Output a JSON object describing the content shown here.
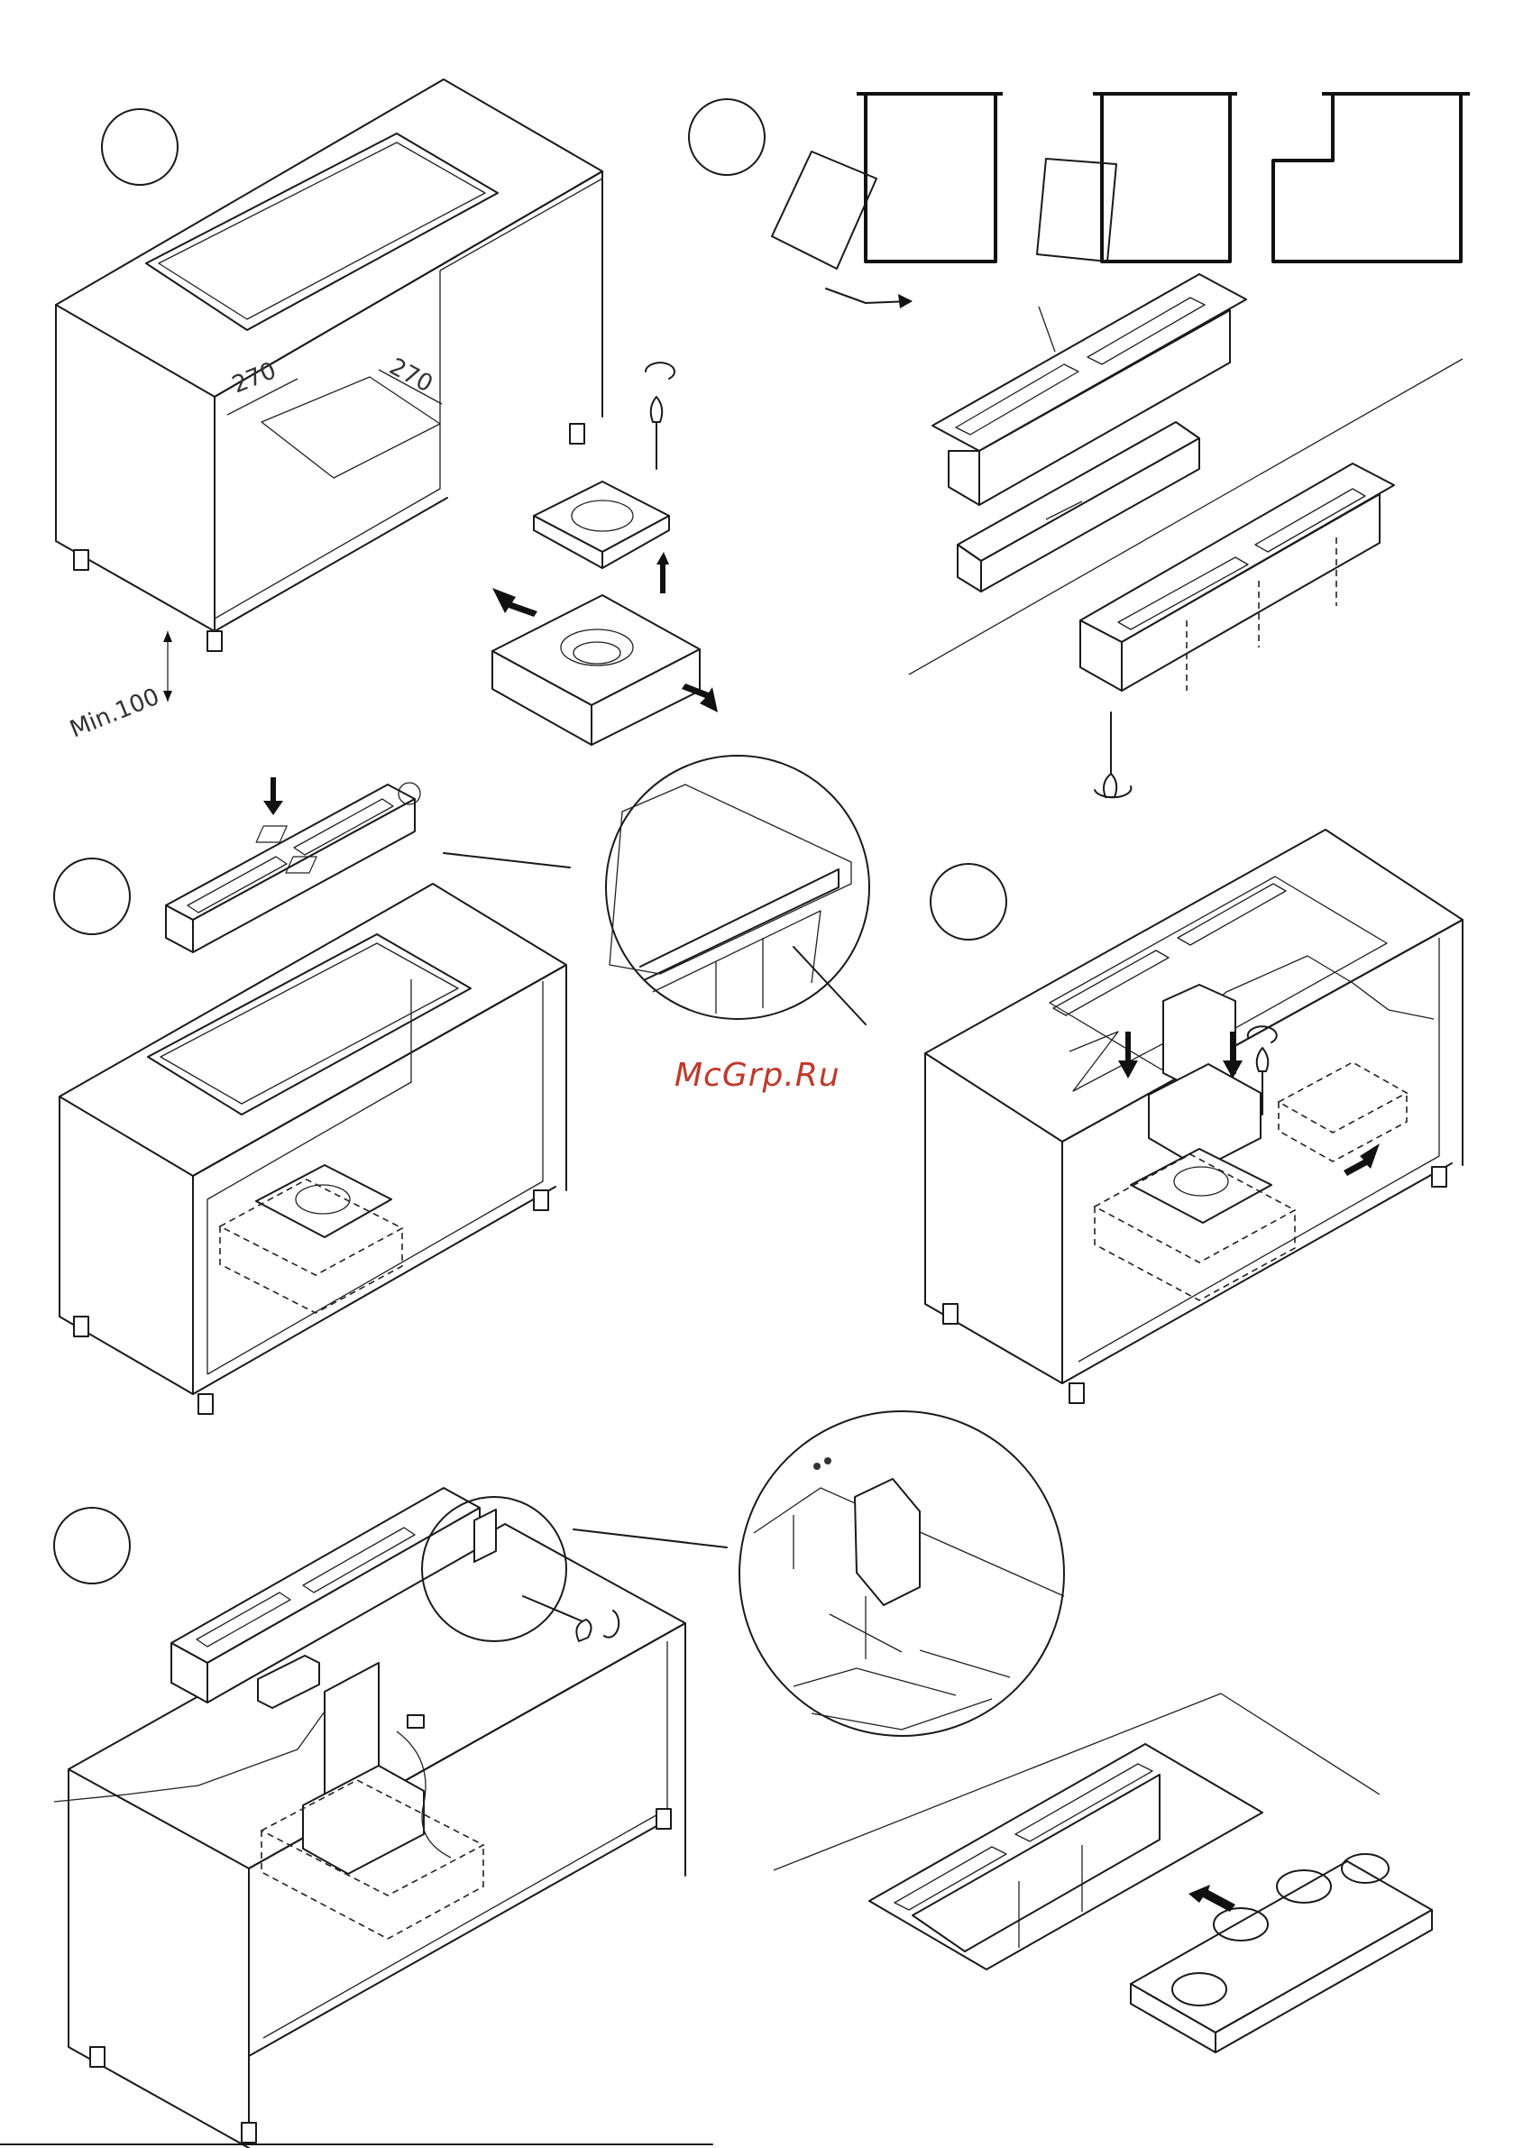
{
  "dimensions": {
    "cutout_width": "270",
    "cutout_depth": "270",
    "min_clearance": "Min.100"
  },
  "watermark": {
    "text": "McGrp.Ru",
    "color": "#c0392b"
  },
  "step_markers": {
    "count": 5,
    "labels": [
      "",
      "",
      "",
      "",
      ""
    ]
  },
  "icons": [
    "rotate-arrow-icon",
    "screwdriver-icon",
    "direction-arrow-icon"
  ]
}
